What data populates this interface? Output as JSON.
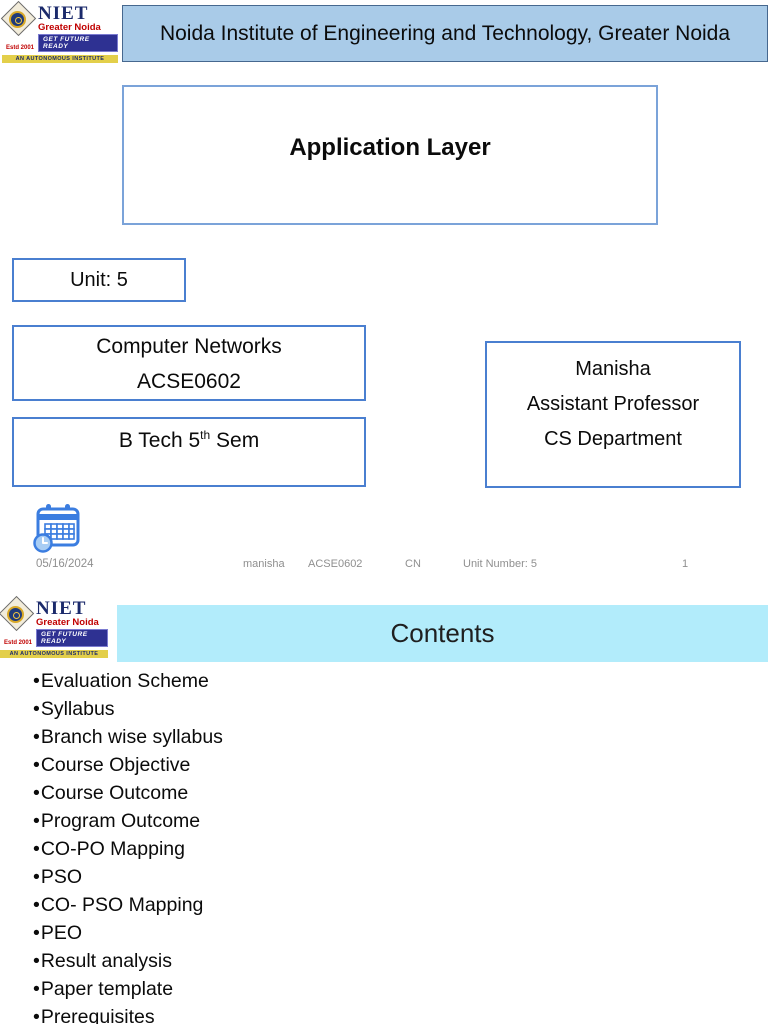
{
  "logo": {
    "name": "NIET",
    "city": "Greater Noida",
    "tagline": "GET FUTURE READY",
    "strip": "AN AUTONOMOUS INSTITUTE",
    "estd": "Estd 2001"
  },
  "slide1": {
    "header": "Noida Institute of Engineering and Technology, Greater Noida",
    "title": "Application Layer",
    "unit_label": "Unit: 5",
    "course": {
      "line1": "Computer Networks",
      "line2": "ACSE0602"
    },
    "semester": {
      "prefix": "B Tech 5",
      "sup": "th",
      "suffix": " Sem"
    },
    "faculty": {
      "name": "Manisha",
      "designation": "Assistant Professor",
      "department": "CS Department"
    },
    "date": "05/16/2024",
    "footer": {
      "author": "manisha",
      "code": "ACSE0602",
      "subject": "CN",
      "unit": "Unit Number: 5",
      "page": "1"
    }
  },
  "slide2": {
    "header": "Contents",
    "bullet": "•",
    "items": [
      "Evaluation Scheme",
      "Syllabus",
      "Branch wise syllabus",
      "Course Objective",
      "Course Outcome",
      "Program Outcome",
      "CO-PO Mapping",
      "PSO",
      "CO- PSO Mapping",
      "PEO",
      "Result analysis",
      "Paper template",
      "Prerequisites"
    ]
  },
  "colors": {
    "header_bar_fill": "#a9cbe8",
    "contents_bar_fill": "#b2ecfb",
    "box_border_blue": "#4a7fd0",
    "title_box_border": "#7ba3d9",
    "footer_text_gray": "#8f8f8f",
    "logo_navy": "#1b2a6b",
    "logo_red": "#c00000",
    "calendar_blue": "#3b7de0"
  }
}
